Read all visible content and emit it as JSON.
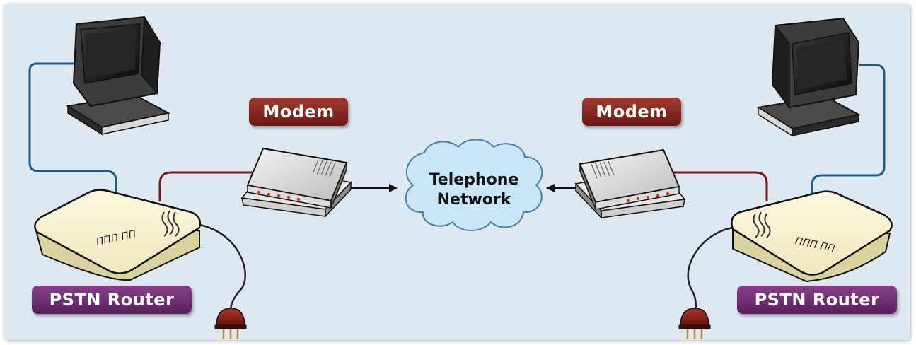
{
  "labels": {
    "modem_left": "Modem",
    "modem_right": "Modem",
    "router_left": "PSTN Router",
    "router_right": "PSTN Router"
  },
  "cloud": {
    "line1": "Telephone",
    "line2": "Network"
  },
  "colors": {
    "background": "#dde8f1",
    "lan_cable": "#1e5c8a",
    "modem_cable": "#7a1a16",
    "modem_label": "#8a2520",
    "router_label": "#6e2a70",
    "cloud_fill": "#c9e6f7"
  },
  "icons": [
    "computer-monitor-icon",
    "pstn-router-icon",
    "modem-icon",
    "power-plug-icon",
    "cloud-icon"
  ]
}
